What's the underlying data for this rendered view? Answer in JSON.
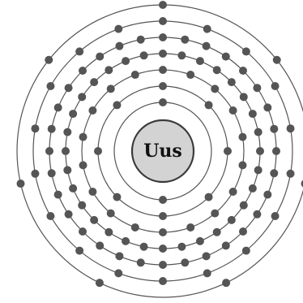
{
  "element": {
    "symbol": "Uus"
  },
  "electron_shells": [
    2,
    8,
    18,
    32,
    32,
    18,
    7
  ],
  "colors": {
    "background": "#ffffff",
    "shell_stroke": "#555555",
    "electron": "#555555",
    "nucleus_fill": "#d3d3d3",
    "nucleus_stroke": "#3a3a3a",
    "label": "#111111"
  }
}
